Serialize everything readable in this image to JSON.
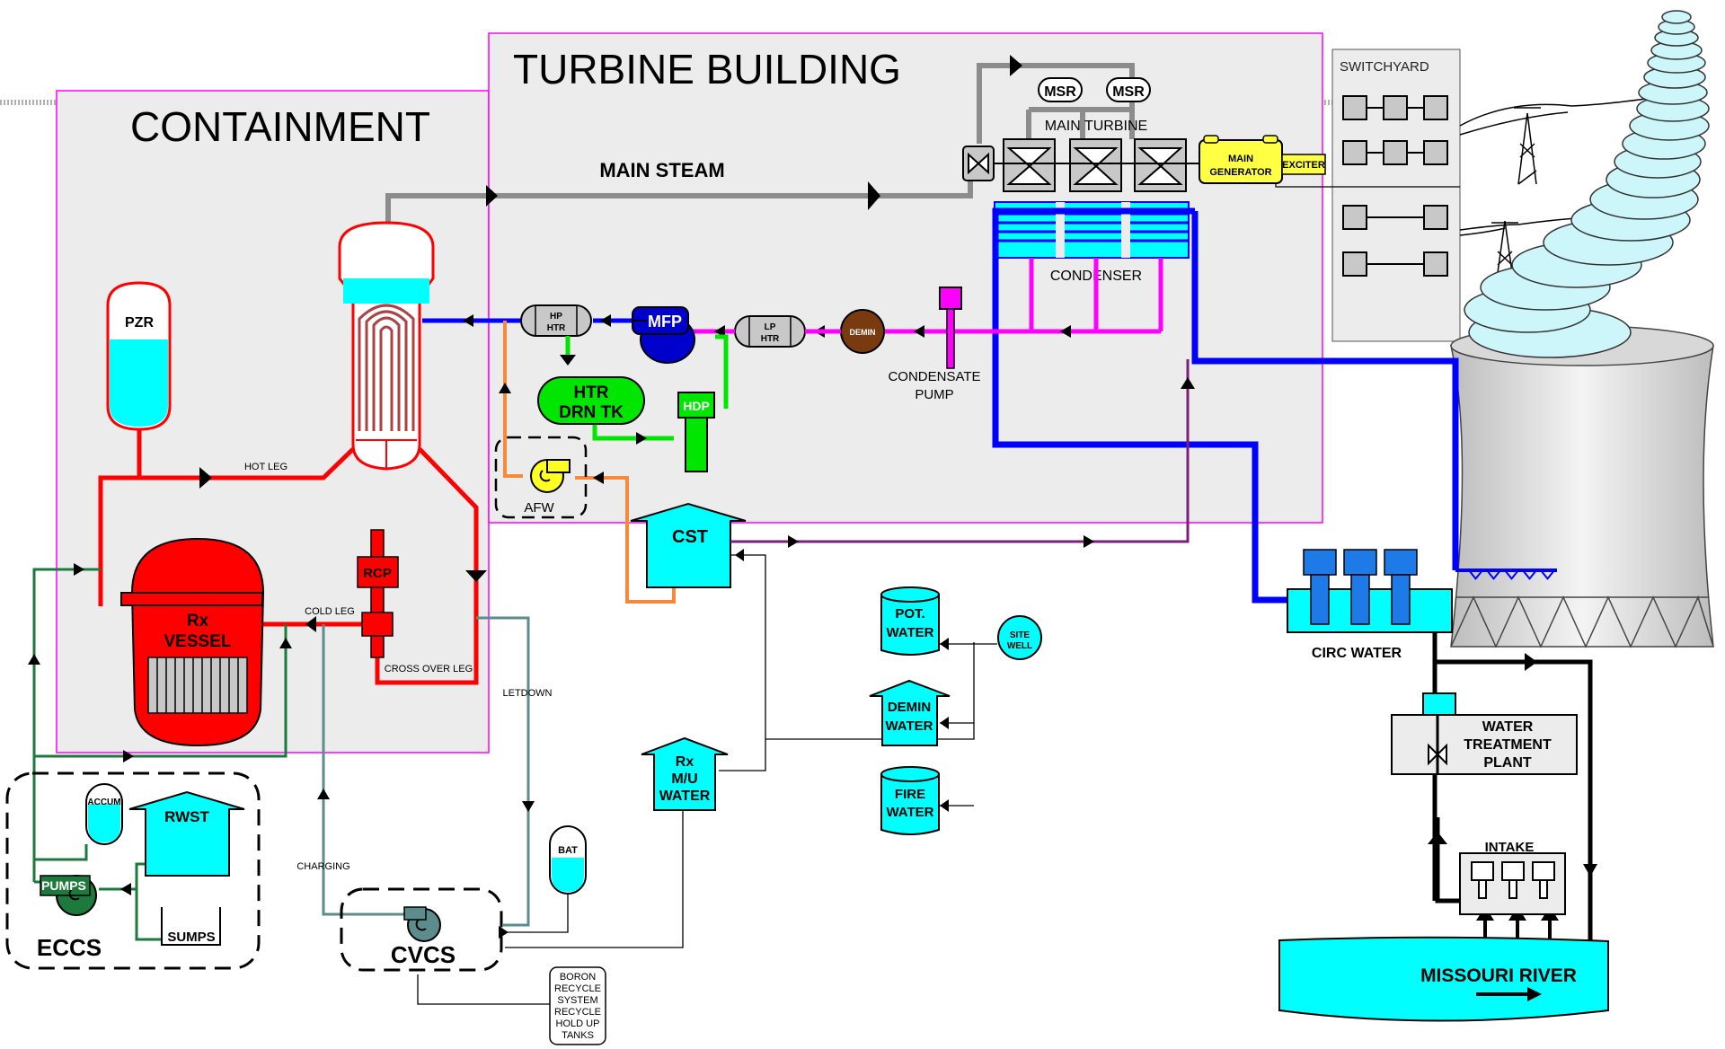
{
  "colors": {
    "steam": "#8c8c8c",
    "reactor": "#ff0000",
    "condensate": "#ff00ff",
    "feedwater_blue": "#0000ff",
    "heater_drain": "#00e600",
    "afw": "#f7893a",
    "makeup": "#7a1f7a",
    "eccs": "#1e7a3c",
    "cvcs": "#5c8c8c",
    "water_fill": "#00ffff",
    "building_fill": "#ececec",
    "building_border": "#ff00ff"
  },
  "labels": {
    "containment": "CONTAINMENT",
    "turbine_building": "TURBINE BUILDING",
    "main_steam": "MAIN STEAM",
    "msr_1": "MSR",
    "msr_2": "MSR",
    "main_turbine": "MAIN TURBINE",
    "main_generator_1": "MAIN",
    "main_generator_2": "GENERATOR",
    "exciter": "EXCITER",
    "switchyard": "SWITCHYARD",
    "condenser": "CONDENSER",
    "pzr": "PZR",
    "hp_htr_1": "HP",
    "hp_htr_2": "HTR",
    "mfp": "MFP",
    "lp_htr_1": "LP",
    "lp_htr_2": "HTR",
    "demin": "DEMIN",
    "condensate_pump_1": "CONDENSATE",
    "condensate_pump_2": "PUMP",
    "htr_drn_tk_1": "HTR",
    "htr_drn_tk_2": "DRN TK",
    "hdp": "HDP",
    "hot_leg": "HOT LEG",
    "cold_leg": "COLD LEG",
    "cross_over_leg": "CROSS OVER LEG",
    "rcp": "RCP",
    "rx_vessel_1": "Rx",
    "rx_vessel_2": "VESSEL",
    "afw": "AFW",
    "cst": "CST",
    "letdown": "LETDOWN",
    "charging": "CHARGING",
    "accum": "ACCUM",
    "rwst": "RWST",
    "pumps": "PUMPS",
    "sumps": "SUMPS",
    "eccs": "ECCS",
    "cvcs": "CVCS",
    "bat": "BAT",
    "boron_1": "BORON",
    "boron_2": "RECYCLE",
    "boron_3": "SYSTEM",
    "boron_4": "RECYCLE",
    "boron_5": "HOLD UP",
    "boron_6": "TANKS",
    "rx_mu_1": "Rx",
    "rx_mu_2": "M/U",
    "rx_mu_3": "WATER",
    "pot_water_1": "POT.",
    "pot_water_2": "WATER",
    "demin_water_1": "DEMIN",
    "demin_water_2": "WATER",
    "fire_water_1": "FIRE",
    "fire_water_2": "WATER",
    "site_well_1": "SITE",
    "site_well_2": "WELL",
    "circ_water": "CIRC WATER",
    "wtp_1": "WATER",
    "wtp_2": "TREATMENT",
    "wtp_3": "PLANT",
    "intake": "INTAKE",
    "missouri_river": "MISSOURI RIVER"
  }
}
